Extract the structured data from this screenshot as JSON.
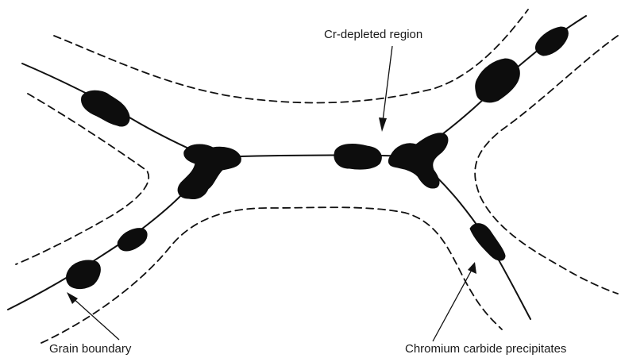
{
  "labels": {
    "cr_depleted": "Cr-depleted region",
    "grain_boundary": "Grain boundary",
    "carbide": "Chromium carbide precipitates"
  },
  "colors": {
    "ink": "#111111",
    "background": "#ffffff"
  }
}
